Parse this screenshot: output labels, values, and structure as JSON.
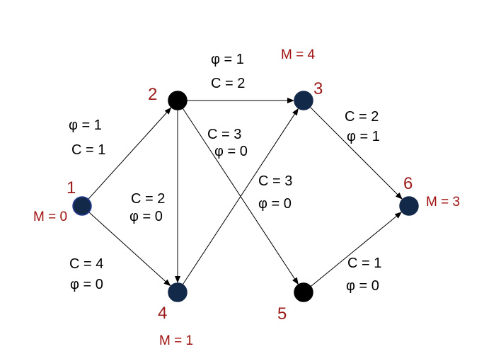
{
  "colors": {
    "node_dark_blue": "#13294a",
    "node_black": "#000000",
    "node_number": "#9b1b1b",
    "mark_text": "#a01010",
    "edge": "#000000"
  },
  "nodes": [
    {
      "id": "1",
      "label": "1",
      "fill": "#13294a",
      "outline": "#2a3f9a"
    },
    {
      "id": "2",
      "label": "2",
      "fill": "#000000",
      "outline": "#000000"
    },
    {
      "id": "3",
      "label": "3",
      "fill": "#13294a",
      "outline": "#13294a"
    },
    {
      "id": "4",
      "label": "4",
      "fill": "#13294a",
      "outline": "#13294a"
    },
    {
      "id": "5",
      "label": "5",
      "fill": "#000000",
      "outline": "#000000"
    },
    {
      "id": "6",
      "label": "6",
      "fill": "#13294a",
      "outline": "#13294a"
    }
  ],
  "marks": [
    {
      "node": "1",
      "text": "M = 0"
    },
    {
      "node": "3",
      "text": "M = 4"
    },
    {
      "node": "4",
      "text": "M = 1"
    },
    {
      "node": "6",
      "text": "M = 3"
    }
  ],
  "edges": [
    {
      "from": "1",
      "to": "2",
      "capacity": "C = 1",
      "flow": "φ = 1"
    },
    {
      "from": "1",
      "to": "4",
      "capacity": "C = 4",
      "flow": "φ = 0"
    },
    {
      "from": "2",
      "to": "3",
      "capacity": "C = 2",
      "flow": "φ = 1"
    },
    {
      "from": "2",
      "to": "4",
      "capacity": "C = 2",
      "flow": "φ = 0"
    },
    {
      "from": "2",
      "to": "5",
      "capacity": "C = 3",
      "flow": "φ = 0"
    },
    {
      "from": "4",
      "to": "3",
      "capacity": "C = 3",
      "flow": "φ = 0"
    },
    {
      "from": "3",
      "to": "6",
      "capacity": "C = 2",
      "flow": "φ = 1"
    },
    {
      "from": "5",
      "to": "6",
      "capacity": "C = 1",
      "flow": "φ = 0"
    }
  ]
}
